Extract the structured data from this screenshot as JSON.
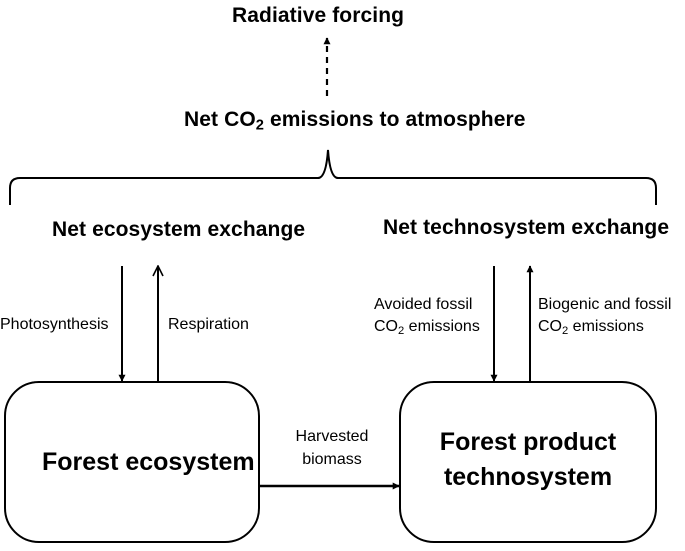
{
  "top": {
    "radiative_forcing": "Radiative forcing",
    "net_emissions_prefix": "Net CO",
    "net_emissions_sub": "2",
    "net_emissions_suffix": " emissions to atmosphere"
  },
  "ecosystem": {
    "exchange_heading": "Net ecosystem exchange",
    "photosynthesis": "Photosynthesis",
    "respiration": "Respiration",
    "box_label": "Forest ecosystem"
  },
  "technosystem": {
    "exchange_heading": "Net technosystem exchange",
    "avoided_line1": "Avoided fossil",
    "avoided_line2_prefix": "CO",
    "avoided_line2_sub": "2",
    "avoided_line2_suffix": " emissions",
    "biogenic_line1": "Biogenic and fossil",
    "biogenic_line2_prefix": "CO",
    "biogenic_line2_sub": "2",
    "biogenic_line2_suffix": " emissions",
    "box_line1": "Forest product",
    "box_line2": "technosystem"
  },
  "flow": {
    "line1": "Harvested",
    "line2": "biomass"
  }
}
